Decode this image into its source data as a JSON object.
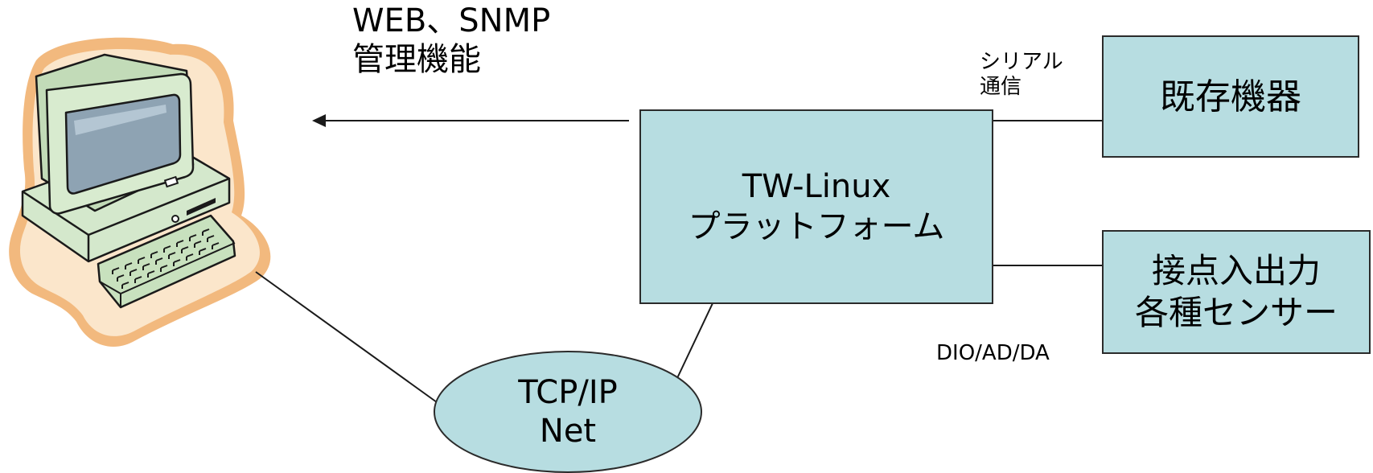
{
  "mgmt": {
    "line1": "WEB、SNMP",
    "line2": "管理機能"
  },
  "serial": {
    "line1": "シリアル",
    "line2": "通信"
  },
  "platform": {
    "line1": "TW-Linux",
    "line2": "プラットフォーム"
  },
  "existing": {
    "label": "既存機器"
  },
  "sensors": {
    "line1": "接点入出力",
    "line2": "各種センサー"
  },
  "io": {
    "label": "DIO/AD/DA"
  },
  "network": {
    "line1": "TCP/IP",
    "line2": "Net"
  },
  "colors": {
    "box_fill": "#b7dde1",
    "outline": "#2b2b2b"
  },
  "icons": {
    "computer": "computer-icon"
  }
}
